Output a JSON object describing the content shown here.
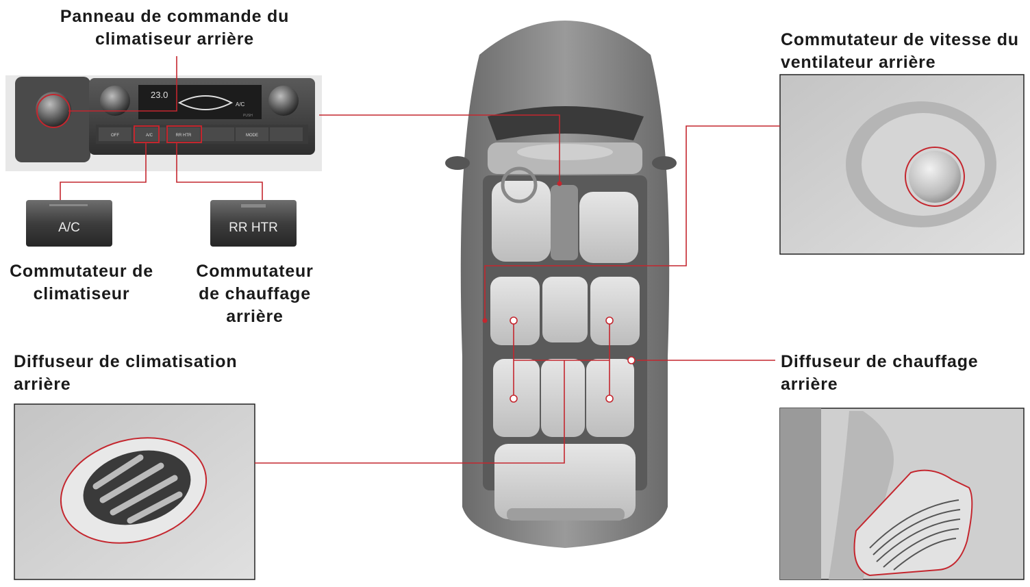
{
  "labels": {
    "front_panel": "Panneau de commande du climatiseur arrière",
    "fan_switch": "Commutateur de vitesse du ventilateur arrière",
    "ac_switch": "Commutateur de climatiseur",
    "heater_switch": "Commutateur de chauffage arrière",
    "ac_diffuser": "Diffuseur de climatisation arrière",
    "heat_diffuser": "Diffuseur de chauffage arrière"
  },
  "panel": {
    "temp": "23.0",
    "ac_tag": "A/C",
    "buttons": [
      "OFF",
      "A/C",
      "RR HTR",
      "",
      "MODE",
      ""
    ],
    "push_tag": "PUSH"
  },
  "buttons": {
    "ac": "A/C",
    "rr_htr": "RR HTR"
  },
  "colors": {
    "callout_line": "#c4262e",
    "photo_gray": "#cfcfcf"
  }
}
